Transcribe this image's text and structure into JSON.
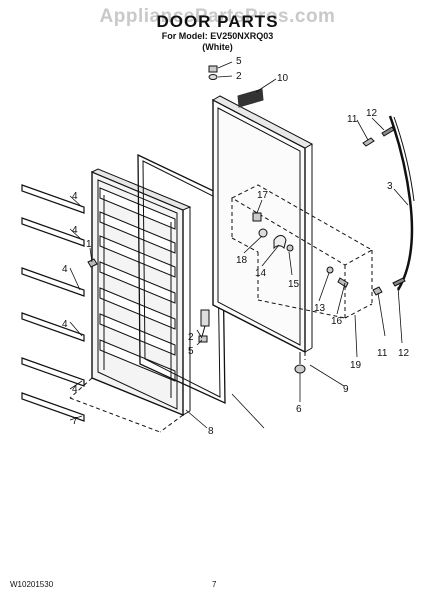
{
  "watermark": "AppliancePartsPros.com",
  "header": {
    "title": "DOOR PARTS",
    "model_line": "For Model: EV250NXRQ03",
    "variant": "(White)"
  },
  "callouts": [
    "5",
    "2",
    "10",
    "12",
    "11",
    "3",
    "17",
    "4",
    "4",
    "1",
    "18",
    "14",
    "15",
    "4",
    "13",
    "16",
    "2",
    "5",
    "4",
    "11",
    "12",
    "19",
    "9",
    "4",
    "6",
    "7",
    "8"
  ],
  "footer": {
    "part_number": "W10201530",
    "page": "7"
  }
}
